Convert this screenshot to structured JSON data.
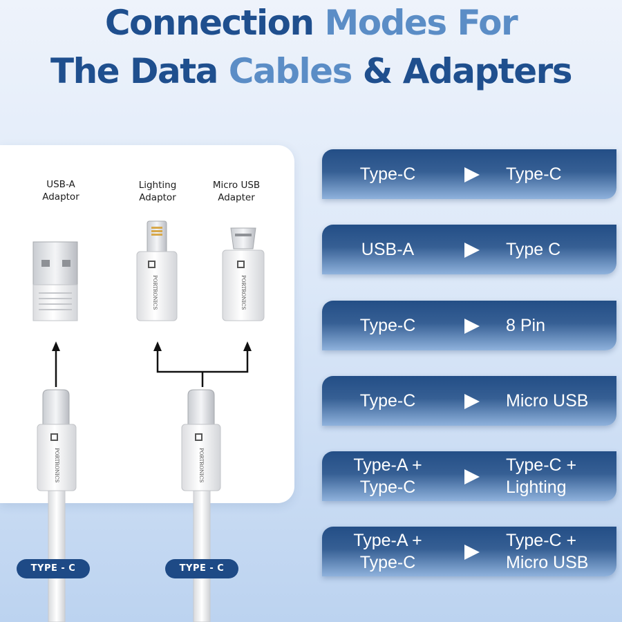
{
  "title": {
    "line1_part1": "Connection",
    "line1_part2": "Modes For",
    "line2_part1": "The Data",
    "line2_part2": "Cables",
    "line2_part3": "& Adapters"
  },
  "panel": {
    "usb_a_label": "USB-A\nAdaptor",
    "lighting_label": "Lighting\nAdaptor",
    "micro_label": "Micro USB\nAdapter",
    "brand_text": "PORTRONICS"
  },
  "modes": [
    {
      "from": "Type-C",
      "to": "Type-C"
    },
    {
      "from": "USB-A",
      "to": "Type C"
    },
    {
      "from": "Type-C",
      "to": "8 Pin"
    },
    {
      "from": "Type-C",
      "to": "Micro USB"
    },
    {
      "from": "Type-A +\nType-C",
      "to": "Type-C +\nLighting"
    },
    {
      "from": "Type-A +\nType-C",
      "to": "Type-C +\nMicro USB"
    }
  ],
  "cable_labels": [
    "TYPE - C",
    "TYPE - C"
  ],
  "colors": {
    "title_dark": "#1f4f8e",
    "title_light": "#5b8dc6",
    "row_top": "#234e86",
    "pill": "#1e4a86"
  }
}
